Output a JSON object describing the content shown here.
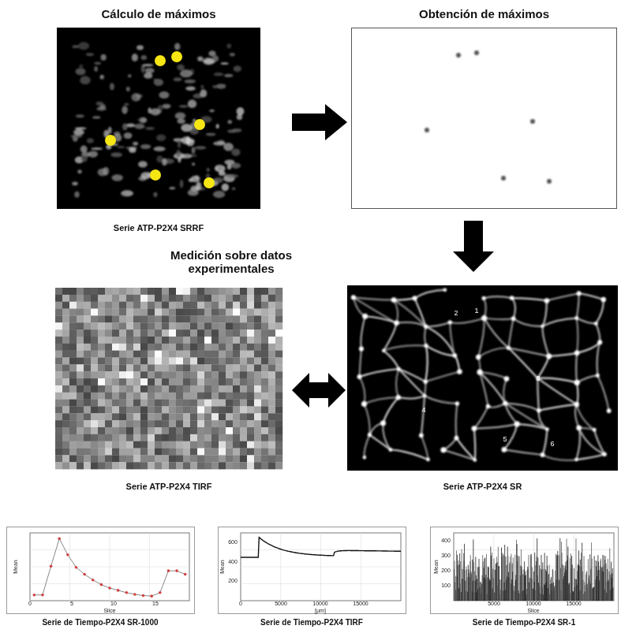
{
  "diagram": {
    "nodes": [
      {
        "text": [
          "Cálculo de máximos",
          "Serie ATP-P2X4 SRRF"
        ]
      },
      {
        "text": [
          "Obtención de máximos"
        ]
      },
      {
        "text": [
          "Serie ATP-P2X4 TIRF"
        ]
      },
      {
        "text": [
          "Serie ATP-P2X4 SR"
        ]
      },
      {
        "text": [
          "Serie de Tiempo-P2X4 SR-1000"
        ]
      },
      {
        "text": [
          "Serie de Tiempo-P2X4 TIRF"
        ]
      },
      {
        "text": [
          "Serie de Tiempo-P2X4 SR-1"
        ]
      }
    ],
    "edges": [
      {
        "from": 0,
        "to": 1,
        "arrow": "to"
      },
      {
        "from": 1,
        "to": 3,
        "arrow": "to"
      },
      {
        "from": 2,
        "to": 3,
        "arrow": "both"
      }
    ],
    "labels": [
      "Medición sobre datos experimentales",
      "1",
      "2",
      "3",
      "4",
      "5",
      "6",
      "Mean",
      "Slice",
      "0",
      "5",
      "10",
      "15",
      "Mean",
      "[μm]",
      "200",
      "400",
      "600",
      "0",
      "5000",
      "10000",
      "15000",
      "Mean",
      "Slice",
      "100",
      "200",
      "300",
      "400",
      "5000",
      "10000",
      "15000"
    ]
  }
}
